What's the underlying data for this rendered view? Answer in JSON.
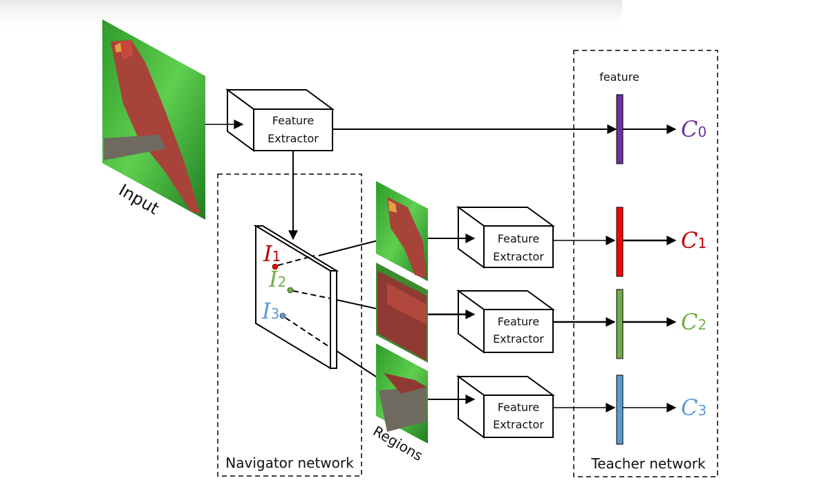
{
  "input_label": "Input",
  "regions_label": "Regions",
  "navigator_label": "Navigator network",
  "teacher_label": "Teacher network",
  "feature_label": "feature",
  "extractor": {
    "line1": "Feature",
    "line2": "Extractor"
  },
  "regions_list": [
    {
      "letter": "I",
      "sub": "1",
      "color": "#c00000"
    },
    {
      "letter": "I",
      "sub": "2",
      "color": "#70ad47"
    },
    {
      "letter": "I",
      "sub": "3",
      "color": "#5b9bd5"
    }
  ],
  "classes": [
    {
      "letter": "C",
      "sub": "0",
      "color": "#7030a0"
    },
    {
      "letter": "C",
      "sub": "1",
      "color": "#c00000"
    },
    {
      "letter": "C",
      "sub": "2",
      "color": "#70ad47"
    },
    {
      "letter": "C",
      "sub": "3",
      "color": "#5b9bd5"
    }
  ],
  "colors": {
    "feature_bar_0": "#7030a0",
    "feature_bar_1": "#ff0000",
    "feature_bar_2": "#70ad47",
    "feature_bar_3": "#5b9bd5",
    "stroke": "#000000"
  }
}
